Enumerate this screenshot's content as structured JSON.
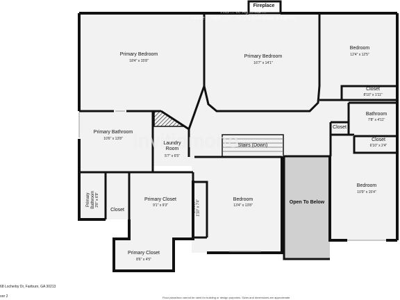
{
  "floor_plan": {
    "fireplace": "Fireplace",
    "watermark": "invitiomono",
    "top_watermark": [
      "This ... ce Ag ... nsi ...",
      "Above ... oper ... s ... re ... y Brokerage & Agents"
    ],
    "stairs": "Stairs (Down)",
    "rooms": [
      {
        "key": "primary_bedroom_left",
        "name": "Primary Bedroom",
        "dims": "18'4\" x 15'8\""
      },
      {
        "key": "primary_bedroom_right",
        "name": "Primary Bedroom",
        "dims": "16'7\" x 14'1\""
      },
      {
        "key": "bedroom_ne",
        "name": "Bedroom",
        "dims": "12'4\" x 12'5\""
      },
      {
        "key": "closet_ne",
        "name": "Closet",
        "dims": "8'10\" x 1'11\""
      },
      {
        "key": "bathroom",
        "name": "Bathroom",
        "dims": "7'8\" x 4'11\""
      },
      {
        "key": "closet_small_e",
        "name": "Closet",
        "dims": ""
      },
      {
        "key": "closet_e",
        "name": "Closet",
        "dims": "6'10\" x 2'4\""
      },
      {
        "key": "primary_bathroom",
        "name": "Primary Bathroom",
        "dims": "10'6\" x 13'8\""
      },
      {
        "key": "laundry_room",
        "name": "Laundry Room",
        "dims": "5'7\" x 6'5\""
      },
      {
        "key": "primary_closet_main",
        "name": "Primary Closet",
        "dims": "9'1\" x 9'3\""
      },
      {
        "key": "primary_closet_lower",
        "name": "Primary Closet",
        "dims": "8'6\" x 4'5\""
      },
      {
        "key": "bedroom_center",
        "name": "Bedroom",
        "dims": "13'4\" x 13'8\""
      },
      {
        "key": "bedroom_se",
        "name": "Bedroom",
        "dims": "10'9\" x 15'4\""
      },
      {
        "key": "closet_sw",
        "name": "Closet",
        "dims": ""
      },
      {
        "key": "open_to_below",
        "name": "Open To Below",
        "dims": ""
      }
    ],
    "vertical_labels": {
      "primary_bathroom_small": [
        "Primary",
        "Bathroom",
        "3'8\" x 6'9\""
      ],
      "closet_narrow": [
        "Closet",
        "1'10\" x 7'4\""
      ]
    },
    "address": "68 Locherby Dr, Fairburn, GA 30213",
    "floor": "oor 2",
    "disclaimer": "Floor plans/tour cannot be used for building or design purposes. Sizes and dimensions are approximate."
  }
}
